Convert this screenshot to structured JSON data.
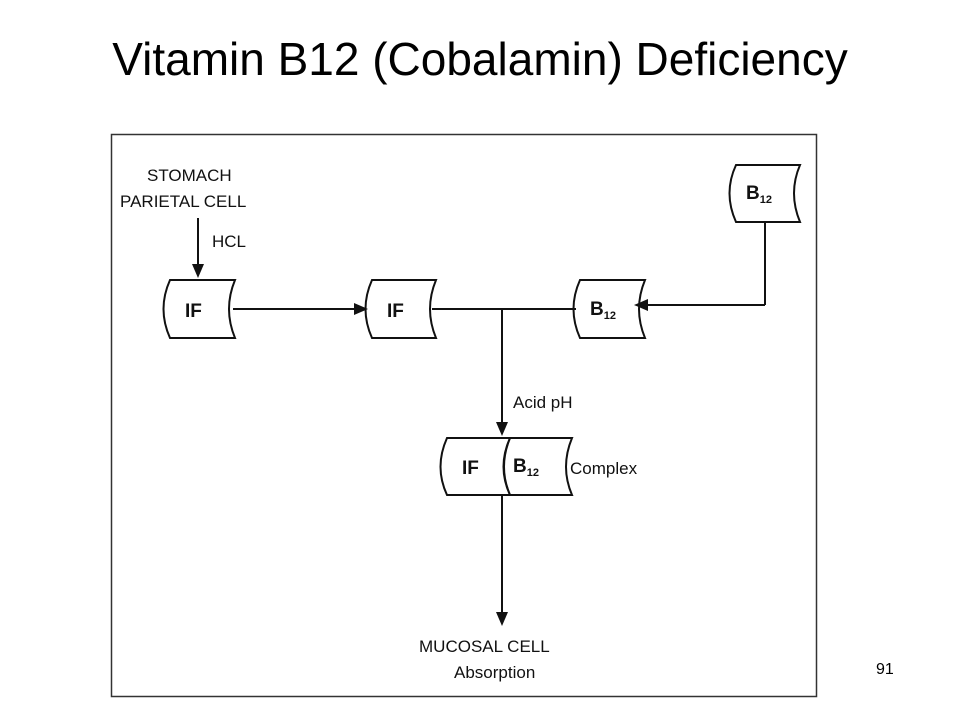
{
  "slide": {
    "title": "Vitamin B12 (Cobalamin) Deficiency",
    "page_number": "91"
  },
  "diagram": {
    "stomach_label_1": "STOMACH",
    "stomach_label_2": "PARIETAL CELL",
    "hcl_label": "HCL",
    "if_label": "IF",
    "b12_letter": "B",
    "b12_subscript": "12",
    "acid_label": "Acid pH",
    "complex_label": "Complex",
    "mucosal_label": "MUCOSAL CELL",
    "absorption_label": "Absorption"
  },
  "colors": {
    "if_fill": "#e2e2e2",
    "b12_fill": "#ffffff",
    "ink": "#111111"
  }
}
